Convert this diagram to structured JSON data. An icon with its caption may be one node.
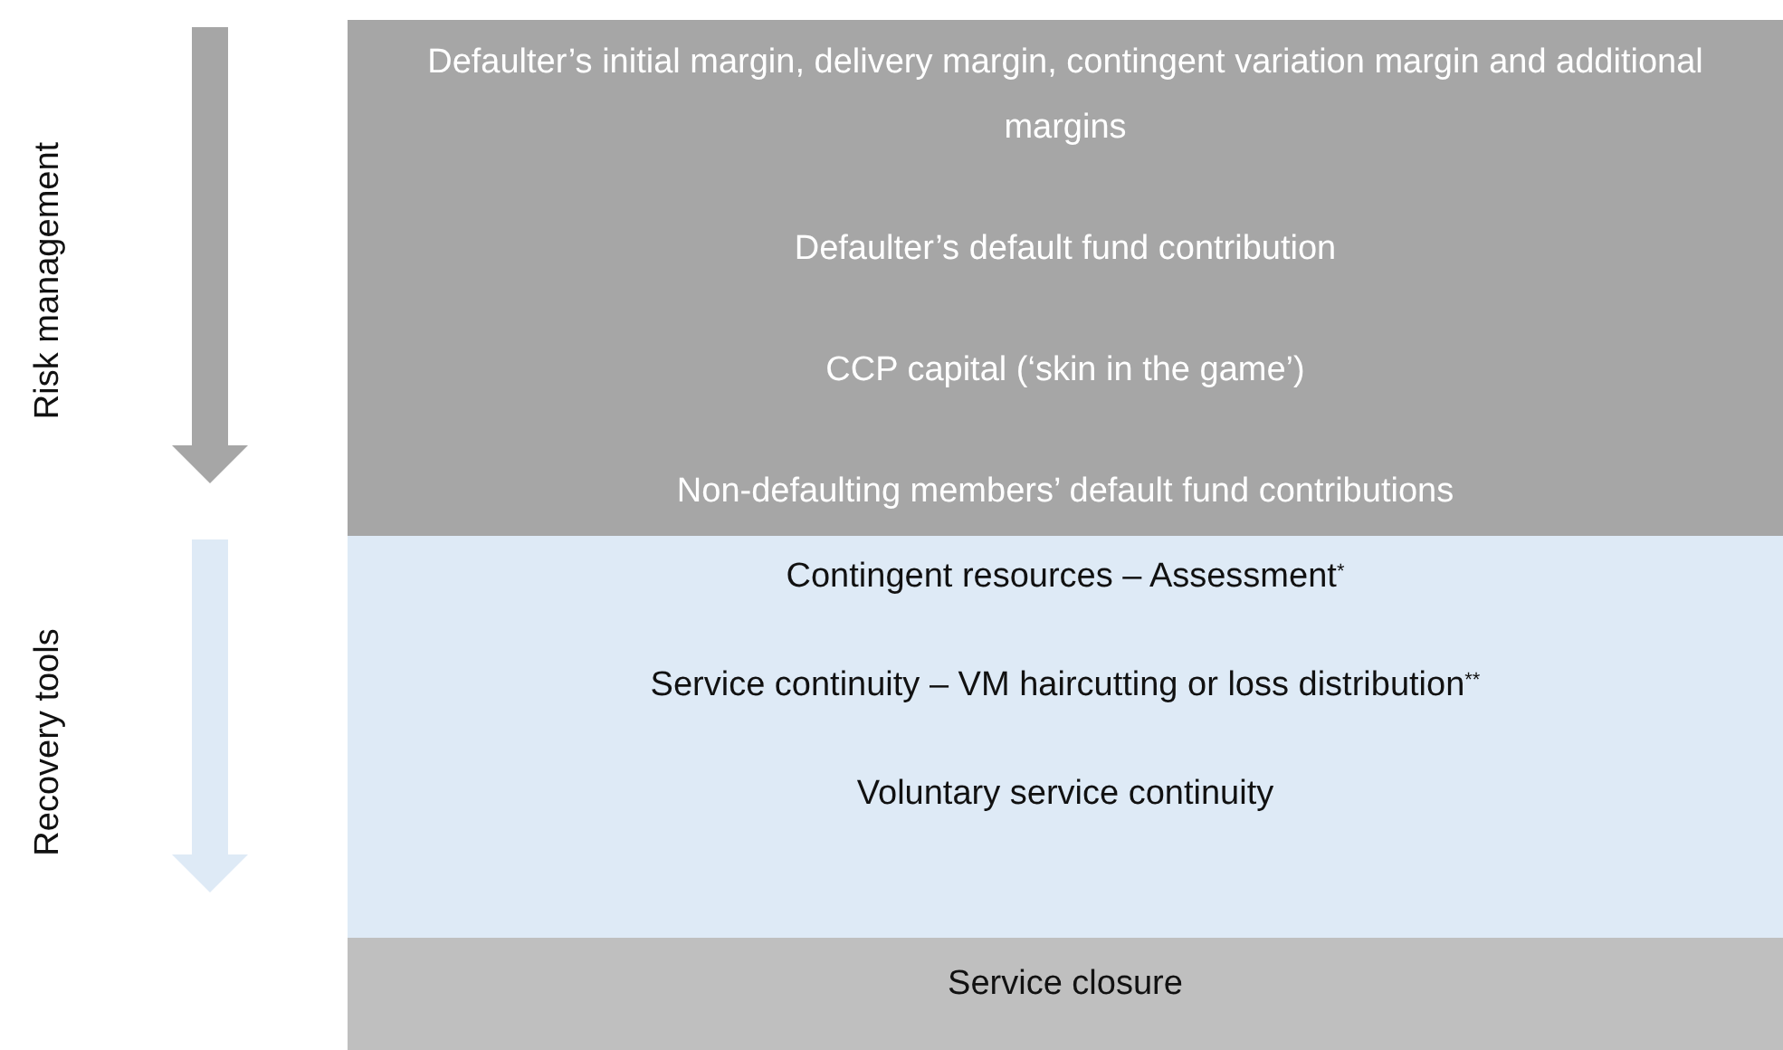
{
  "diagram": {
    "nodes": [
      {
        "text": [
          "Defaulter’s initial margin, delivery margin, contingent variation margin and additional margins",
          "Defaulter’s default fund contribution",
          "CCP capital (‘skin in the game’)",
          "Non-defaulting members’ default fund contributions"
        ]
      },
      {
        "text": [
          "Contingent resources – Assessment$^{*}$",
          "Service continuity – VM haircutting or loss distribution$^{**}$",
          "Voluntary service continuity"
        ]
      },
      {
        "text": [
          "Service closure"
        ]
      }
    ],
    "edges": [],
    "labels": [
      "Risk management",
      "Recovery tools"
    ]
  }
}
